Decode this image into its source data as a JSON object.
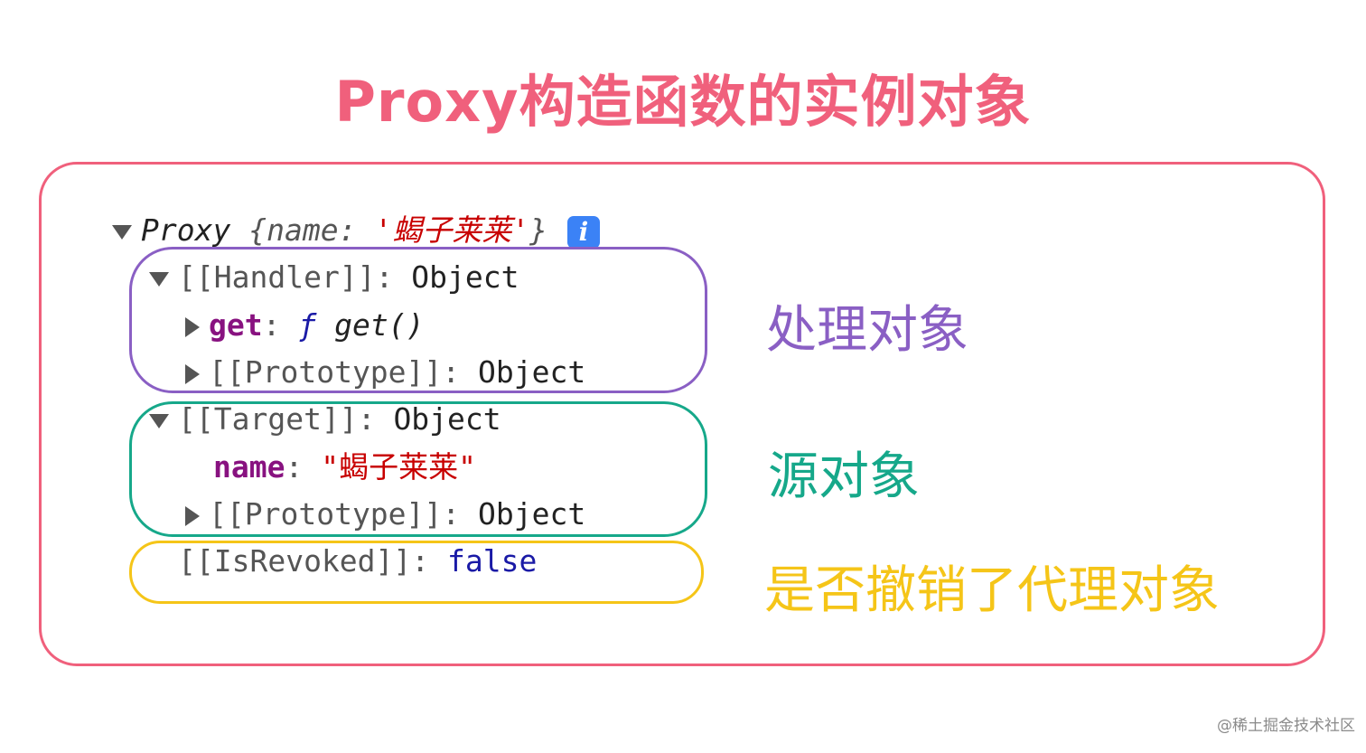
{
  "title": "Proxy构造函数的实例对象",
  "console": {
    "root": {
      "prefix": "Proxy ",
      "open_brace": "{",
      "key": "name",
      "colon": ": ",
      "value": "'蝎子莱莱'",
      "close_brace": "}",
      "info_icon": "i"
    },
    "handler": {
      "label": "[[Handler]]",
      "sep": ": ",
      "type": "Object",
      "get_key": "get",
      "get_colon": ": ",
      "get_f": "ƒ ",
      "get_value": "get()",
      "proto_label": "[[Prototype]]",
      "proto_sep": ": ",
      "proto_type": "Object"
    },
    "target": {
      "label": "[[Target]]",
      "sep": ": ",
      "type": "Object",
      "name_key": "name",
      "name_colon": ": ",
      "name_value": "\"蝎子莱莱\"",
      "proto_label": "[[Prototype]]",
      "proto_sep": ": ",
      "proto_type": "Object"
    },
    "revoked": {
      "label": "[[IsRevoked]]",
      "sep": ": ",
      "value": "false"
    }
  },
  "annotations": {
    "handler": "处理对象",
    "target": "源对象",
    "revoked": "是否撤销了代理对象"
  },
  "watermark": "@稀土掘金技术社区",
  "colors": {
    "title": "#f0607c",
    "frame": "#f0607c",
    "handler": "#8a5fc4",
    "target": "#16a88a",
    "revoked": "#f5c518",
    "info_icon": "#3b82f6"
  }
}
